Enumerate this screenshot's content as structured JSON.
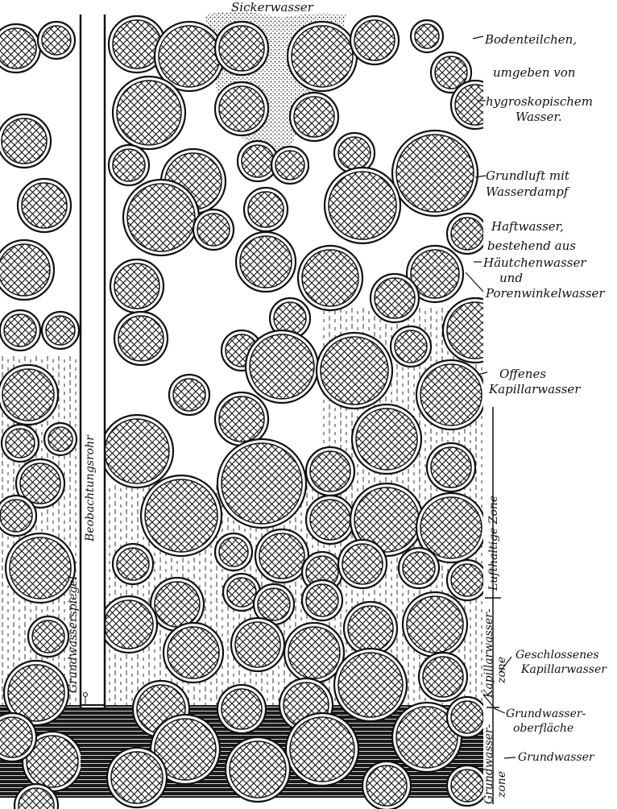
{
  "labels": {
    "sickerwasser": "Sickerwasser",
    "bodenteilchen": "Bodenteilchen,",
    "umgeben_von": "umgeben von",
    "hygroskopischem": "hygroskopischem",
    "wasser": "Wasser.",
    "grundluft": "Grundluft mit",
    "wasserdampf": "Wasserdampf",
    "haftwasser": "Haftwasser,",
    "bestehend_aus": "bestehend aus",
    "haeutchenwasser": "Häutchenwasser",
    "und": "und",
    "porenwinkelwasser": "Porenwinkelwasser",
    "offenes": "Offenes",
    "kapillarwasser_open": "Kapillarwasser",
    "geschlossenes": "Geschlossenes",
    "kapillarwasser_closed": "Kapillarwasser",
    "grundwasser_ober1": "Grundwasser-",
    "grundwasser_ober2": "oberfläche",
    "grundwasser": "Grundwasser"
  },
  "vertical_labels": {
    "beobachtungsrohr": "Beobachtungsrohr",
    "grundwasserspiegel": "Grundwasserspiegel",
    "lufthaltige_zone": "Lufthaltige Zone",
    "kapillarwasserzone_1": "Kapillarwasser-",
    "kapillarwasserzone_2": "zone",
    "grundwasserzone_1": "Grundwasser-",
    "grundwasserzone_2": "zone"
  }
}
